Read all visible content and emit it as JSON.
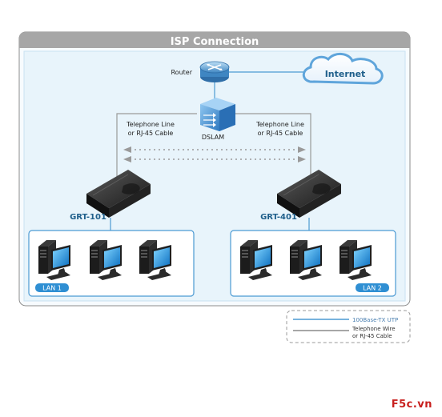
{
  "title": "ISP Connection",
  "nodes": {
    "router": "Router",
    "internet": "Internet",
    "dslam": "DSLAM",
    "left_line_1": "Telephone Line",
    "left_line_2": "or RJ-45 Cable",
    "right_line_1": "Telephone Line",
    "right_line_2": "or RJ-45 Cable",
    "left_modem": "GRT-101",
    "right_modem": "GRT-401",
    "lan_1": "LAN 1",
    "lan_2": "LAN 2"
  },
  "legend": {
    "utp": "100Base-TX UTP",
    "wire_1": "Telephone Wire",
    "wire_2": "or RJ-45 Cable"
  },
  "watermark": "F5c.vn",
  "colors": {
    "frame_gray": "#a6a6a6",
    "frame_border": "#8c8c8c",
    "panel_bg": "#e8f4fb",
    "lan_border": "#4b9ad3",
    "lan_label_bg": "#2f8fd3",
    "lan_line": "#4b9ad3",
    "phone_line": "#9a9a9a",
    "modem_label": "#1f5f8b",
    "router_blue": "#3f86c2",
    "dslam_blue": "#4d8fd0",
    "internet_text": "#1f5f8b",
    "legend_utp": "#4b9ad3",
    "legend_wire": "#8a8a8a"
  }
}
